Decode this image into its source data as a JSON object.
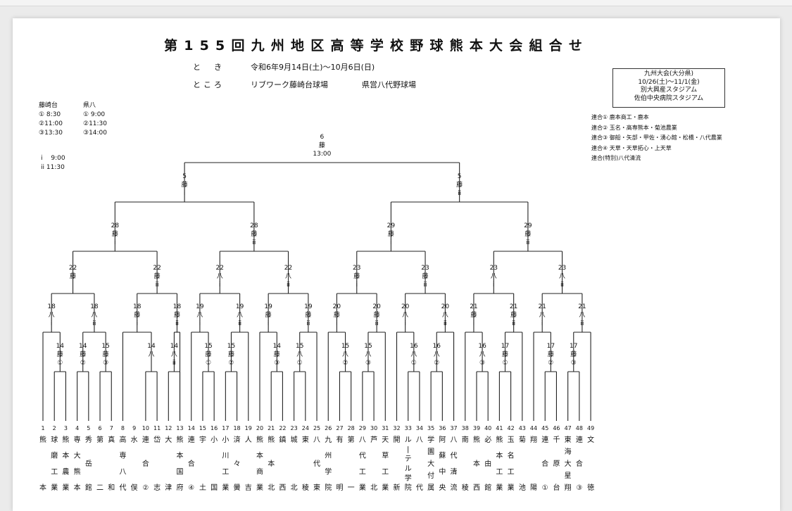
{
  "title": "第155回九州地区高等学校野球熊本大会組合せ",
  "schedule": {
    "when_label": "と　き",
    "when_value": "令和6年9月14日(土)〜10月6日(日)",
    "where_label": "ところ",
    "venue1": "リブワーク藤崎台球場",
    "venue2": "県営八代野球場"
  },
  "kyushu": {
    "line1": "九州大会(大分県)",
    "line2": "10/26(土)〜11/1(金)",
    "line3": "別大興産スタジアム",
    "line4": "佐伯中央病院スタジアム"
  },
  "times": {
    "fujisaki_header": "藤崎台",
    "fujisaki": [
      "① 8:30",
      "②11:00",
      "③13:30"
    ],
    "kenpachi_header": "県八",
    "kenpachi": [
      "① 9:00",
      "②11:30",
      "③14:00"
    ],
    "roman": [
      "i　 9:00",
      "ii 11:30"
    ]
  },
  "rengo": [
    "連合①  鹿本商工・鹿本",
    "連合②  玉名・高専熊本・菊池農業",
    "連合③  御船・矢部・甲佐・湧心館・松橋・八代農業",
    "連合④  天草・天草拓心・上天草",
    "連合(特別)八代清流"
  ],
  "matches": [
    {
      "id": "F",
      "d": "6",
      "v": "藤",
      "s": "13:00"
    },
    {
      "id": "SF1",
      "d": "5",
      "v": "藤",
      "s": "i"
    },
    {
      "id": "SF2",
      "d": "5",
      "v": "藤",
      "s": "ii"
    },
    {
      "id": "QF1",
      "d": "28",
      "v": "藤",
      "s": "i"
    },
    {
      "id": "QF2",
      "d": "28",
      "v": "藤",
      "s": "ii"
    },
    {
      "id": "QF3",
      "d": "29",
      "v": "藤",
      "s": "i"
    },
    {
      "id": "QF4",
      "d": "29",
      "v": "藤",
      "s": "ii"
    },
    {
      "id": "R3a",
      "d": "22",
      "v": "藤",
      "s": "i"
    },
    {
      "id": "R3b",
      "d": "22",
      "v": "藤",
      "s": "ii"
    },
    {
      "id": "R3c",
      "d": "22",
      "v": "八",
      "s": "i"
    },
    {
      "id": "R3d",
      "d": "22",
      "v": "八",
      "s": "ii"
    },
    {
      "id": "R3e",
      "d": "23",
      "v": "藤",
      "s": "i"
    },
    {
      "id": "R3f",
      "d": "23",
      "v": "藤",
      "s": "ii"
    },
    {
      "id": "R3g",
      "d": "23",
      "v": "八",
      "s": "i"
    },
    {
      "id": "R3h",
      "d": "23",
      "v": "八",
      "s": "ii"
    },
    {
      "id": "R2a",
      "d": "18",
      "v": "八",
      "s": "i"
    },
    {
      "id": "R2b",
      "d": "18",
      "v": "八",
      "s": "ii"
    },
    {
      "id": "R2c",
      "d": "18",
      "v": "藤",
      "s": "i"
    },
    {
      "id": "R2d",
      "d": "18",
      "v": "藤",
      "s": "ii"
    },
    {
      "id": "R2e",
      "d": "19",
      "v": "八",
      "s": "i"
    },
    {
      "id": "R2f",
      "d": "19",
      "v": "八",
      "s": "ii"
    },
    {
      "id": "R2g",
      "d": "19",
      "v": "藤",
      "s": "i"
    },
    {
      "id": "R2h",
      "d": "19",
      "v": "藤",
      "s": "ii"
    },
    {
      "id": "R2i",
      "d": "20",
      "v": "藤",
      "s": "i"
    },
    {
      "id": "R2j",
      "d": "20",
      "v": "藤",
      "s": "ii"
    },
    {
      "id": "R2k",
      "d": "20",
      "v": "八",
      "s": "i"
    },
    {
      "id": "R2l",
      "d": "20",
      "v": "八",
      "s": "ii"
    },
    {
      "id": "R2m",
      "d": "21",
      "v": "藤",
      "s": "i"
    },
    {
      "id": "R2n",
      "d": "21",
      "v": "藤",
      "s": "ii"
    },
    {
      "id": "R2o",
      "d": "21",
      "v": "八",
      "s": "i"
    },
    {
      "id": "R2p",
      "d": "21",
      "v": "八",
      "s": "ii"
    },
    {
      "id": "R1a",
      "d": "14",
      "v": "藤",
      "s": "①"
    },
    {
      "id": "R1b",
      "d": "14",
      "v": "藤",
      "s": "②"
    },
    {
      "id": "R1c",
      "d": "15",
      "v": "藤",
      "s": "③"
    },
    {
      "id": "R1d",
      "d": "14",
      "v": "八",
      "s": "i"
    },
    {
      "id": "R1e",
      "d": "14",
      "v": "八",
      "s": "ii"
    },
    {
      "id": "R1f",
      "d": "15",
      "v": "藤",
      "s": "①"
    },
    {
      "id": "R1g",
      "d": "15",
      "v": "藤",
      "s": "②"
    },
    {
      "id": "R1h",
      "d": "14",
      "v": "藤",
      "s": "③"
    },
    {
      "id": "R1i",
      "d": "15",
      "v": "八",
      "s": "①"
    },
    {
      "id": "R1j",
      "d": "15",
      "v": "八",
      "s": "②"
    },
    {
      "id": "R1k",
      "d": "15",
      "v": "八",
      "s": "③"
    },
    {
      "id": "R1l",
      "d": "16",
      "v": "八",
      "s": "①"
    },
    {
      "id": "R1m",
      "d": "16",
      "v": "八",
      "s": "②"
    },
    {
      "id": "R1n",
      "d": "16",
      "v": "八",
      "s": "③"
    },
    {
      "id": "R1o",
      "d": "17",
      "v": "藤",
      "s": "①"
    },
    {
      "id": "R1p",
      "d": "17",
      "v": "藤",
      "s": "②"
    },
    {
      "id": "R1q",
      "d": "17",
      "v": "藤",
      "s": "③"
    }
  ],
  "teams": [
    {
      "n": "1",
      "name": "熊　　本"
    },
    {
      "n": "2",
      "name": "球磨工業"
    },
    {
      "n": "3",
      "name": "熊本農業"
    },
    {
      "n": "4",
      "name": "専大熊本"
    },
    {
      "n": "5",
      "name": "秀岳館"
    },
    {
      "n": "6",
      "name": "第二"
    },
    {
      "n": "7",
      "name": "真和"
    },
    {
      "n": "8",
      "name": "高専八代"
    },
    {
      "n": "9",
      "name": "水俣"
    },
    {
      "n": "10",
      "name": "連合②"
    },
    {
      "n": "11",
      "name": "岱志"
    },
    {
      "n": "12",
      "name": "大津"
    },
    {
      "n": "13",
      "name": "熊本国府"
    },
    {
      "n": "14",
      "name": "連合④"
    },
    {
      "n": "15",
      "name": "宇土"
    },
    {
      "n": "16",
      "name": "小国"
    },
    {
      "n": "17",
      "name": "小川工業"
    },
    {
      "n": "18",
      "name": "済々黌"
    },
    {
      "n": "19",
      "name": "人吉"
    },
    {
      "n": "20",
      "name": "熊本商業"
    },
    {
      "n": "21",
      "name": "熊本北"
    },
    {
      "n": "22",
      "name": "鎮西"
    },
    {
      "n": "23",
      "name": "城北"
    },
    {
      "n": "24",
      "name": "東稜"
    },
    {
      "n": "25",
      "name": "八代東"
    },
    {
      "n": "26",
      "name": "九州学院"
    },
    {
      "n": "27",
      "name": "有明"
    },
    {
      "n": "28",
      "name": "第一"
    },
    {
      "n": "29",
      "name": "八代工業"
    },
    {
      "n": "30",
      "name": "芦北"
    },
    {
      "n": "31",
      "name": "天草工業"
    },
    {
      "n": "32",
      "name": "開新"
    },
    {
      "n": "33",
      "name": "ルーテル学院"
    },
    {
      "n": "34",
      "name": "八代"
    },
    {
      "n": "35",
      "name": "学園大付属"
    },
    {
      "n": "36",
      "name": "阿蘇中央"
    },
    {
      "n": "37",
      "name": "八代清流"
    },
    {
      "n": "38",
      "name": "南稜"
    },
    {
      "n": "39",
      "name": "熊本西"
    },
    {
      "n": "40",
      "name": "必由館"
    },
    {
      "n": "41",
      "name": "熊本工業"
    },
    {
      "n": "42",
      "name": "玉名工業"
    },
    {
      "n": "43",
      "name": "菊池"
    },
    {
      "n": "44",
      "name": "翔陽"
    },
    {
      "n": "45",
      "name": "連合①"
    },
    {
      "n": "46",
      "name": "千原台"
    },
    {
      "n": "47",
      "name": "東海大星翔"
    },
    {
      "n": "48",
      "name": "連合③"
    },
    {
      "n": "49",
      "name": "文徳"
    }
  ]
}
